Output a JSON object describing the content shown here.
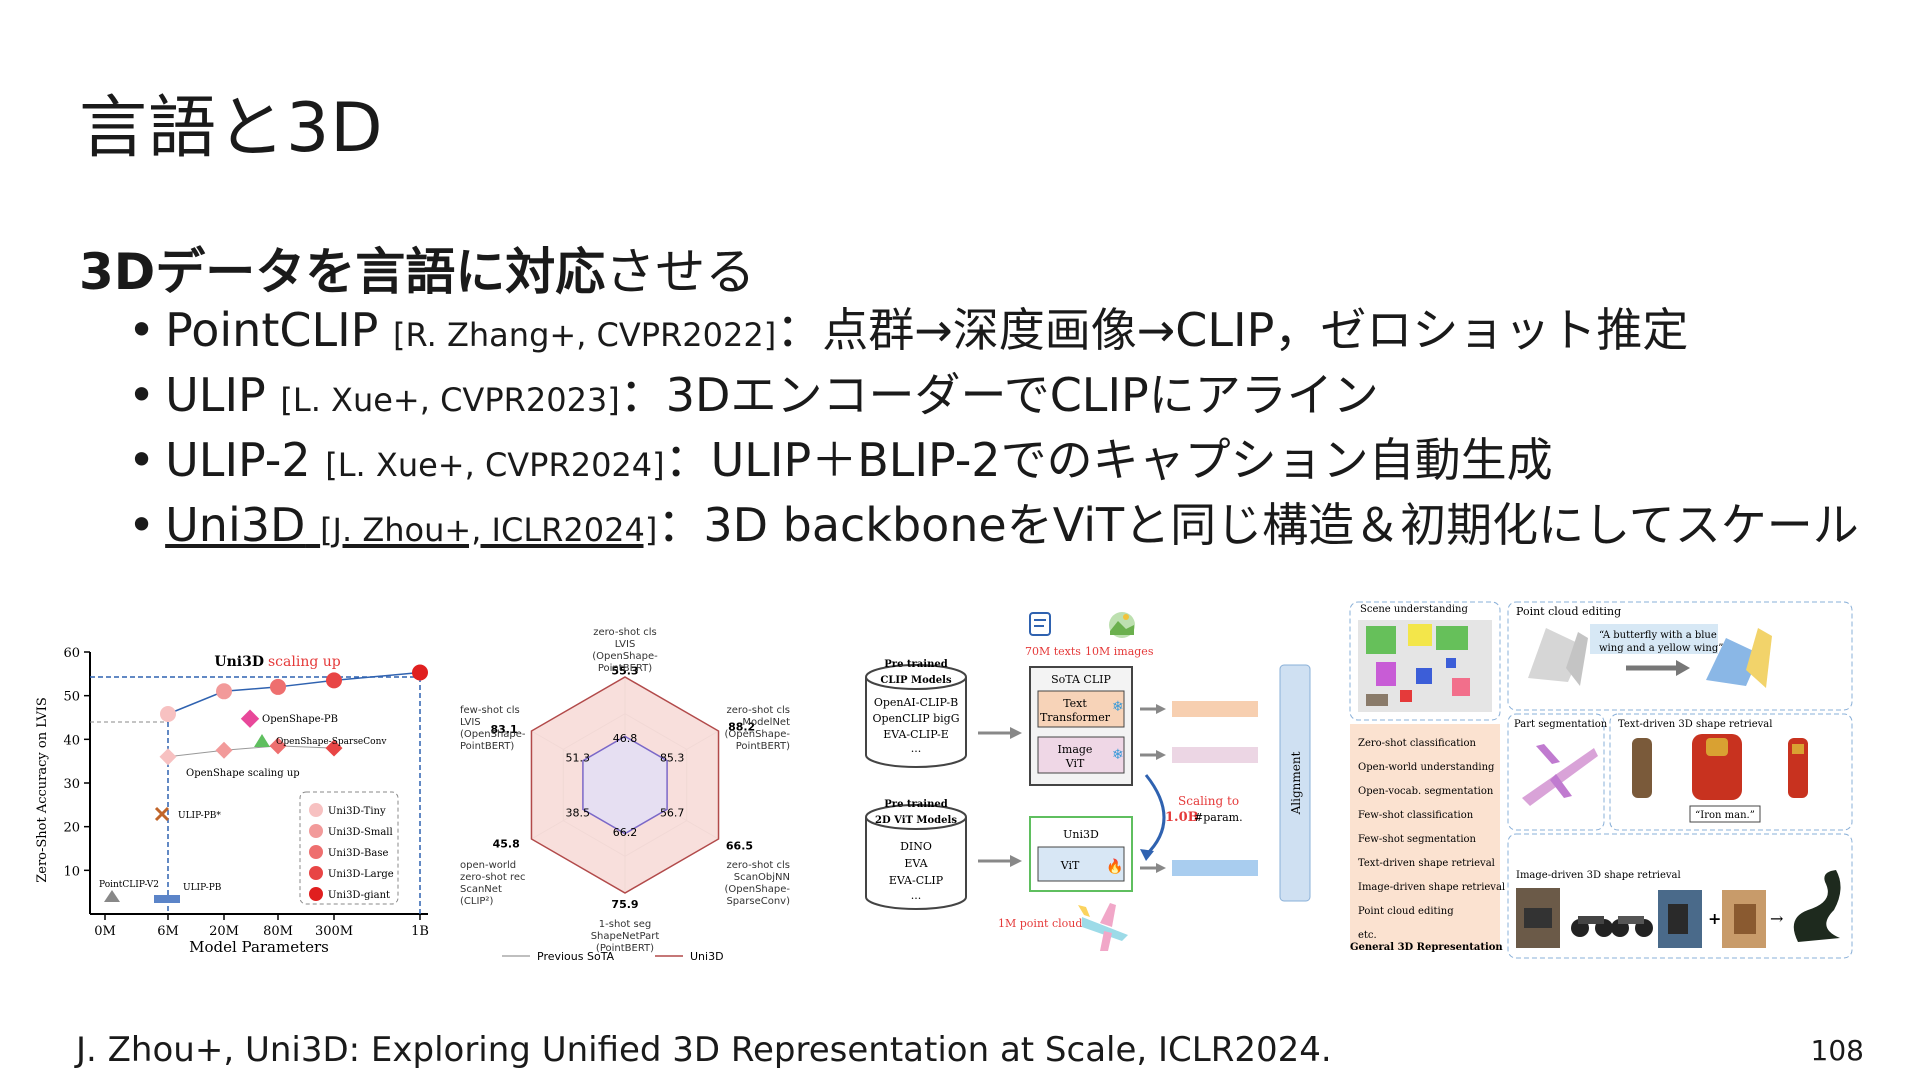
{
  "title": "言語と3D",
  "subhead": {
    "bold": "3Dデータを言語に対応",
    "normal": "させる"
  },
  "bullets": [
    {
      "name": "PointCLIP",
      "ref": "[R. Zhang+, CVPR2022]",
      "text": "：点群→深度画像→CLIP，ゼロショット推定"
    },
    {
      "name": "ULIP",
      "ref": "[L. Xue+, CVPR2023]",
      "text": "：3DエンコーダーでCLIPにアライン"
    },
    {
      "name": "ULIP-2",
      "ref": "[L. Xue+, CVPR2024]",
      "text": "：ULIP＋BLIP-2でのキャプション自動生成"
    },
    {
      "name": "Uni3D",
      "ref": "[J. Zhou+, ICLR2024]",
      "text": "：3D backboneをViTと同じ構造＆初期化にしてスケール"
    }
  ],
  "scaling_chart": {
    "title": "Uni3D",
    "title_suffix": "scaling up",
    "ylabel": "Zero-Shot Accuracy on LVIS",
    "xlabel": "Model Parameters",
    "yticks": [
      "10",
      "20",
      "30",
      "40",
      "50",
      "60"
    ],
    "xticks": [
      "0M",
      "6M",
      "20M",
      "80M",
      "300M",
      "1B"
    ],
    "annotations": [
      "OpenShape-PB",
      "OpenShape-SparseConv",
      "OpenShape scaling up",
      "ULIP-PB*",
      "PointCLIP-V2",
      "ULIP-PB"
    ],
    "legend": [
      "Uni3D-Tiny",
      "Uni3D-Small",
      "Uni3D-Base",
      "Uni3D-Large",
      "Uni3D-giant"
    ]
  },
  "chart_data": {
    "type": "scatter",
    "title": "Uni3D scaling up",
    "xlabel": "Model Parameters",
    "ylabel": "Zero-Shot Accuracy on LVIS",
    "ylim": [
      0,
      60
    ],
    "categories": [
      "0M",
      "6M",
      "20M",
      "80M",
      "300M",
      "1B"
    ],
    "series": [
      {
        "name": "Uni3D",
        "x": [
          "6M",
          "20M",
          "80M",
          "300M",
          "1B"
        ],
        "values": [
          45.8,
          51.0,
          52.0,
          53.5,
          55.3
        ]
      },
      {
        "name": "OpenShape scaling up",
        "x": [
          "6M",
          "20M",
          "80M",
          "300M"
        ],
        "values": [
          36,
          37.5,
          38.5,
          38
        ]
      }
    ],
    "colors": {
      "uni3d": "#e53a3a",
      "openshape": "#f06d6d",
      "highlight": "#2f62b0"
    }
  },
  "radar": {
    "axes": [
      {
        "label": "zero-shot cls\nLVIS\n(OpenShape-\nPointBERT)",
        "prev": "46.8",
        "uni": "55.3"
      },
      {
        "label": "zero-shot cls\nModelNet\n(OpenShape-\nPointBERT)",
        "prev": "85.3",
        "uni": "88.2"
      },
      {
        "label": "zero-shot cls\nScanObjNN\n(OpenShape-\nSparseConv)",
        "prev": "56.7",
        "uni": "66.5"
      },
      {
        "label": "1-shot seg\nShapeNetPart\n(PointBERT)",
        "prev": "66.2",
        "uni": "75.9"
      },
      {
        "label": "open-world\nzero-shot rec\nScanNet\n(CLIP²)",
        "prev": "38.5",
        "uni": "45.8"
      },
      {
        "label": "few-shot cls\nLVIS\n(OpenShape-\nPointBERT)",
        "prev": "51.3",
        "uni": "83.1"
      }
    ],
    "legend_prev": "Previous SoTA",
    "legend_uni": "Uni3D"
  },
  "arch": {
    "texts_label": "70M texts",
    "images_label": "10M images",
    "clip_db_title": "Pre trained\nCLIP Models",
    "clip_db_items": [
      "OpenAI-CLIP-B",
      "OpenCLIP bigG",
      "EVA-CLIP-E",
      "..."
    ],
    "vit_db_title": "Pre trained\n2D ViT Models",
    "vit_db_items": [
      "DINO",
      "EVA",
      "EVA-CLIP",
      "..."
    ],
    "sota_clip": "SoTA CLIP",
    "text_transformer": "Text\nTransformer",
    "image_vit": "Image\nViT",
    "uni3d": "Uni3D",
    "vit": "ViT",
    "scaling_to": "Scaling to",
    "scaling_value": "1.0B",
    "scaling_param": "#param.",
    "alignment": "Alignment",
    "point_cloud": "1M point cloud"
  },
  "apps": {
    "scene": "Scene understanding",
    "pc_edit": "Point cloud editing",
    "butterfly": "“A butterfly with a blue wing and a yellow wing”",
    "part_seg": "Part segmentation",
    "text_retrieval": "Text-driven 3D shape retrieval",
    "iron_man": "“Iron man.”",
    "image_retrieval": "Image-driven 3D shape retrieval",
    "list": [
      "Zero-shot classification",
      "Open-world understanding",
      "Open-vocab. segmentation",
      "Few-shot classification",
      "Few-shot segmentation",
      "Text-driven shape retrieval",
      "Image-driven shape retrieval",
      "Point cloud editing",
      "etc."
    ],
    "general": "General 3D Representation"
  },
  "footer": "J. Zhou+, Uni3D: Exploring Unified 3D Representation at Scale, ICLR2024.",
  "page_number": "108"
}
